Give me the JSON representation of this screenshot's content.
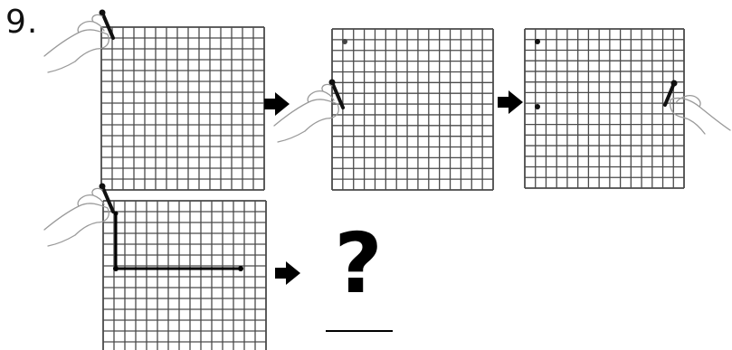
{
  "question": {
    "number_label": "9."
  },
  "grid": {
    "rows": 15,
    "cols": 15,
    "line_color": "#4a4a4a"
  },
  "icons": {
    "arrow": "right-arrow-icon",
    "hand": "hand-with-pencil-icon",
    "missing": "question-mark-icon"
  },
  "answer": {
    "mark": "?"
  },
  "colors": {
    "ink": "#000000",
    "grid": "#4a4a4a",
    "skin_outline": "#9a9a9a"
  }
}
